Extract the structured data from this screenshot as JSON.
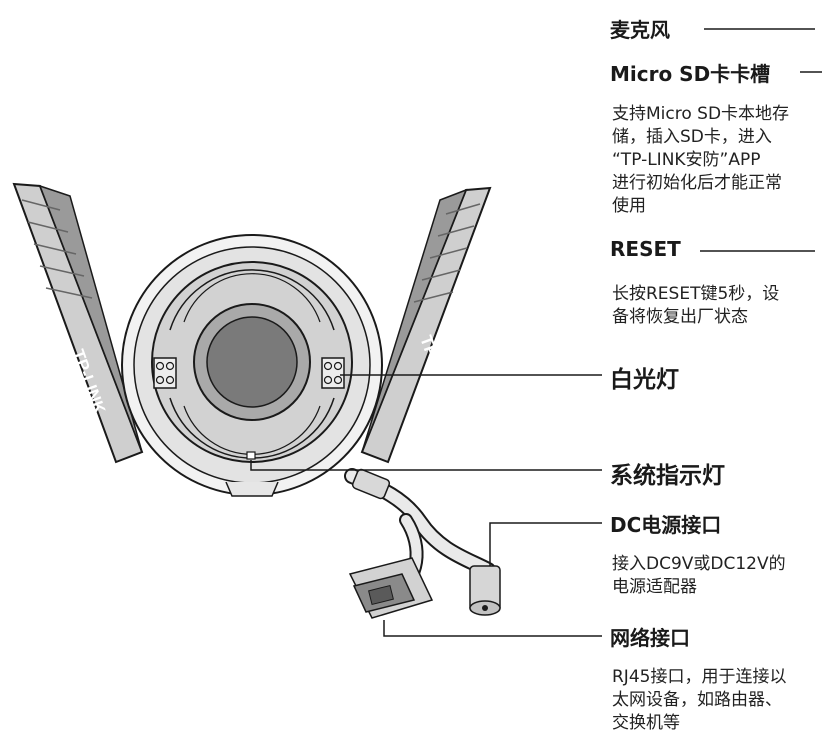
{
  "brand_text": "TP-LINK",
  "colors": {
    "body_light": "#e8e8e8",
    "body_mid": "#c8c8c8",
    "antenna": "#bcbcbc",
    "antenna_dark": "#8f8f8f",
    "lens": "#7a7a7a",
    "line": "#1a1a1a"
  },
  "callouts": {
    "microphone": {
      "title": "麦克风"
    },
    "sd_slot": {
      "title": "Micro SD卡卡槽",
      "desc": [
        "支持Micro SD卡本地存",
        "储，插入SD卡，进入",
        "“TP-LINK安防”APP",
        "进行初始化后才能正常",
        "使用"
      ]
    },
    "reset": {
      "title": "RESET",
      "desc": [
        "长按RESET键5秒，设",
        "备将恢复出厂状态"
      ]
    },
    "white_light": {
      "title": "白光灯"
    },
    "status_led": {
      "title": "系统指示灯"
    },
    "dc_power": {
      "title": "DC电源接口",
      "desc": [
        "接入DC9V或DC12V的",
        "电源适配器"
      ]
    },
    "network": {
      "title": "网络接口",
      "desc": [
        "RJ45接口，用于连接以",
        "太网设备，如路由器、",
        "交换机等"
      ]
    }
  }
}
